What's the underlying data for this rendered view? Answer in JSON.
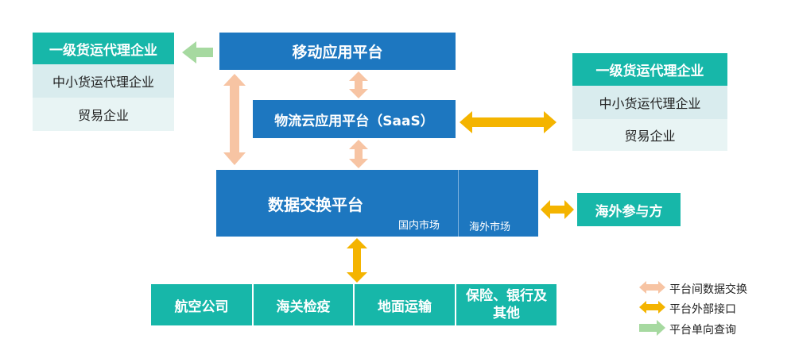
{
  "left_group": {
    "items": [
      "一级货运代理企业",
      "中小货运代理企业",
      "贸易企业"
    ]
  },
  "right_group": {
    "items": [
      "一级货运代理企业",
      "中小货运代理企业",
      "贸易企业"
    ]
  },
  "platforms": {
    "mobile": "移动应用平台",
    "cloud": "物流云应用平台（SaaS）",
    "exchange": "数据交换平台",
    "domestic_market": "国内市场",
    "overseas_market": "海外市场"
  },
  "overseas_party": "海外参与方",
  "bottom_row": [
    "航空公司",
    "海关检疫",
    "地面运输",
    "保险、银行及其他"
  ],
  "legend": [
    {
      "label": "平台间数据交换",
      "color": "#f7c4a3"
    },
    {
      "label": "平台外部接口",
      "color": "#f4b400"
    },
    {
      "label": "平台单向查询",
      "color": "#a6d9a0"
    }
  ],
  "colors": {
    "blue": "#1d77c0",
    "teal": "#17b7a9",
    "light": "#d9ecee",
    "peach": "#f7c4a3",
    "orange": "#f4b400",
    "green": "#a6d9a0"
  }
}
